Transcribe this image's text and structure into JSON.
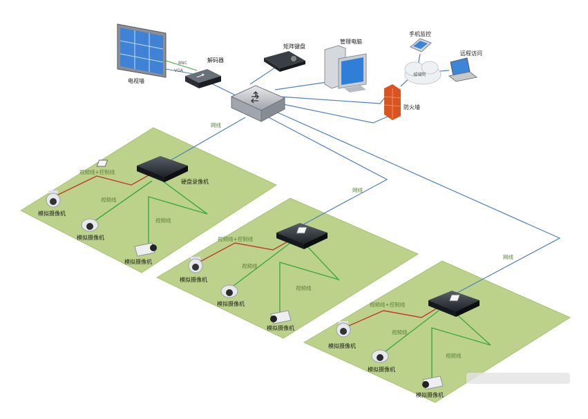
{
  "top": {
    "tv_wall": "电视墙",
    "decoder": "解码器",
    "bnc": "BNC",
    "vga": "VGA",
    "keyboard": "矩阵键盘",
    "pc": "管理电脑",
    "mobile": "手机监控",
    "wan": "城域网",
    "remote": "远程访问",
    "firewall": "防火墙"
  },
  "network_label": "网线",
  "zones": [
    {
      "nvr": "硬盘录像机",
      "network": "",
      "video_ctrl": "视频线+控制线",
      "video1": "视频线",
      "video2": "视频线",
      "cam1": "模拟摄像机",
      "cam2": "模拟摄像机",
      "cam3": "模拟摄像机"
    },
    {
      "nvr": "",
      "network": "网线",
      "video_ctrl": "视频线+控制线",
      "video1": "视频线",
      "video2": "视频线",
      "cam1": "模拟摄像机",
      "cam2": "模拟摄像机",
      "cam3": "模拟摄像机"
    },
    {
      "nvr": "",
      "network": "网线",
      "video_ctrl": "视频线+控制线",
      "video1": "视频线",
      "video2": "视频线",
      "cam1": "模拟摄像机",
      "cam2": "模拟摄像机",
      "cam3": "模拟摄像机"
    }
  ],
  "colors": {
    "ground": "#bcd28a",
    "ground_edge": "#a9c274",
    "network_line": "#4a7fbf",
    "control_line": "#c0392b",
    "video_line": "#3aa843"
  }
}
